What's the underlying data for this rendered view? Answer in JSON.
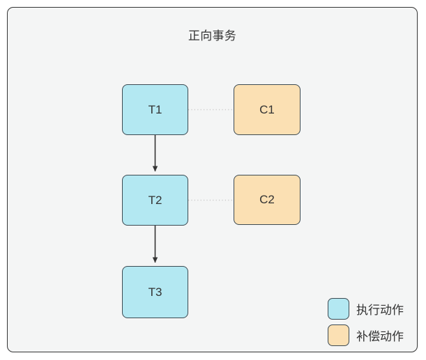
{
  "diagram": {
    "title": "正向事务",
    "background_color": "#f4f5f5",
    "border_color": "#333333",
    "colors": {
      "exec_fill": "#b3e8f2",
      "comp_fill": "#fbe0b3",
      "node_stroke": "#3c4a52",
      "arrow_stroke": "#333333",
      "dotted_stroke": "#cccccc",
      "text": "#333333"
    },
    "nodes": [
      {
        "id": "T1",
        "label": "T1",
        "kind": "exec"
      },
      {
        "id": "T2",
        "label": "T2",
        "kind": "exec"
      },
      {
        "id": "T3",
        "label": "T3",
        "kind": "exec"
      },
      {
        "id": "C1",
        "label": "C1",
        "kind": "comp"
      },
      {
        "id": "C2",
        "label": "C2",
        "kind": "comp"
      }
    ],
    "edges": [
      {
        "from": "T1",
        "to": "T2",
        "style": "solid-arrow"
      },
      {
        "from": "T2",
        "to": "T3",
        "style": "solid-arrow"
      },
      {
        "from": "T1",
        "to": "C1",
        "style": "dotted"
      },
      {
        "from": "T2",
        "to": "C2",
        "style": "dotted"
      }
    ],
    "legend": {
      "items": [
        {
          "label": "执行动作",
          "kind": "exec"
        },
        {
          "label": "补偿动作",
          "kind": "comp"
        }
      ]
    }
  }
}
